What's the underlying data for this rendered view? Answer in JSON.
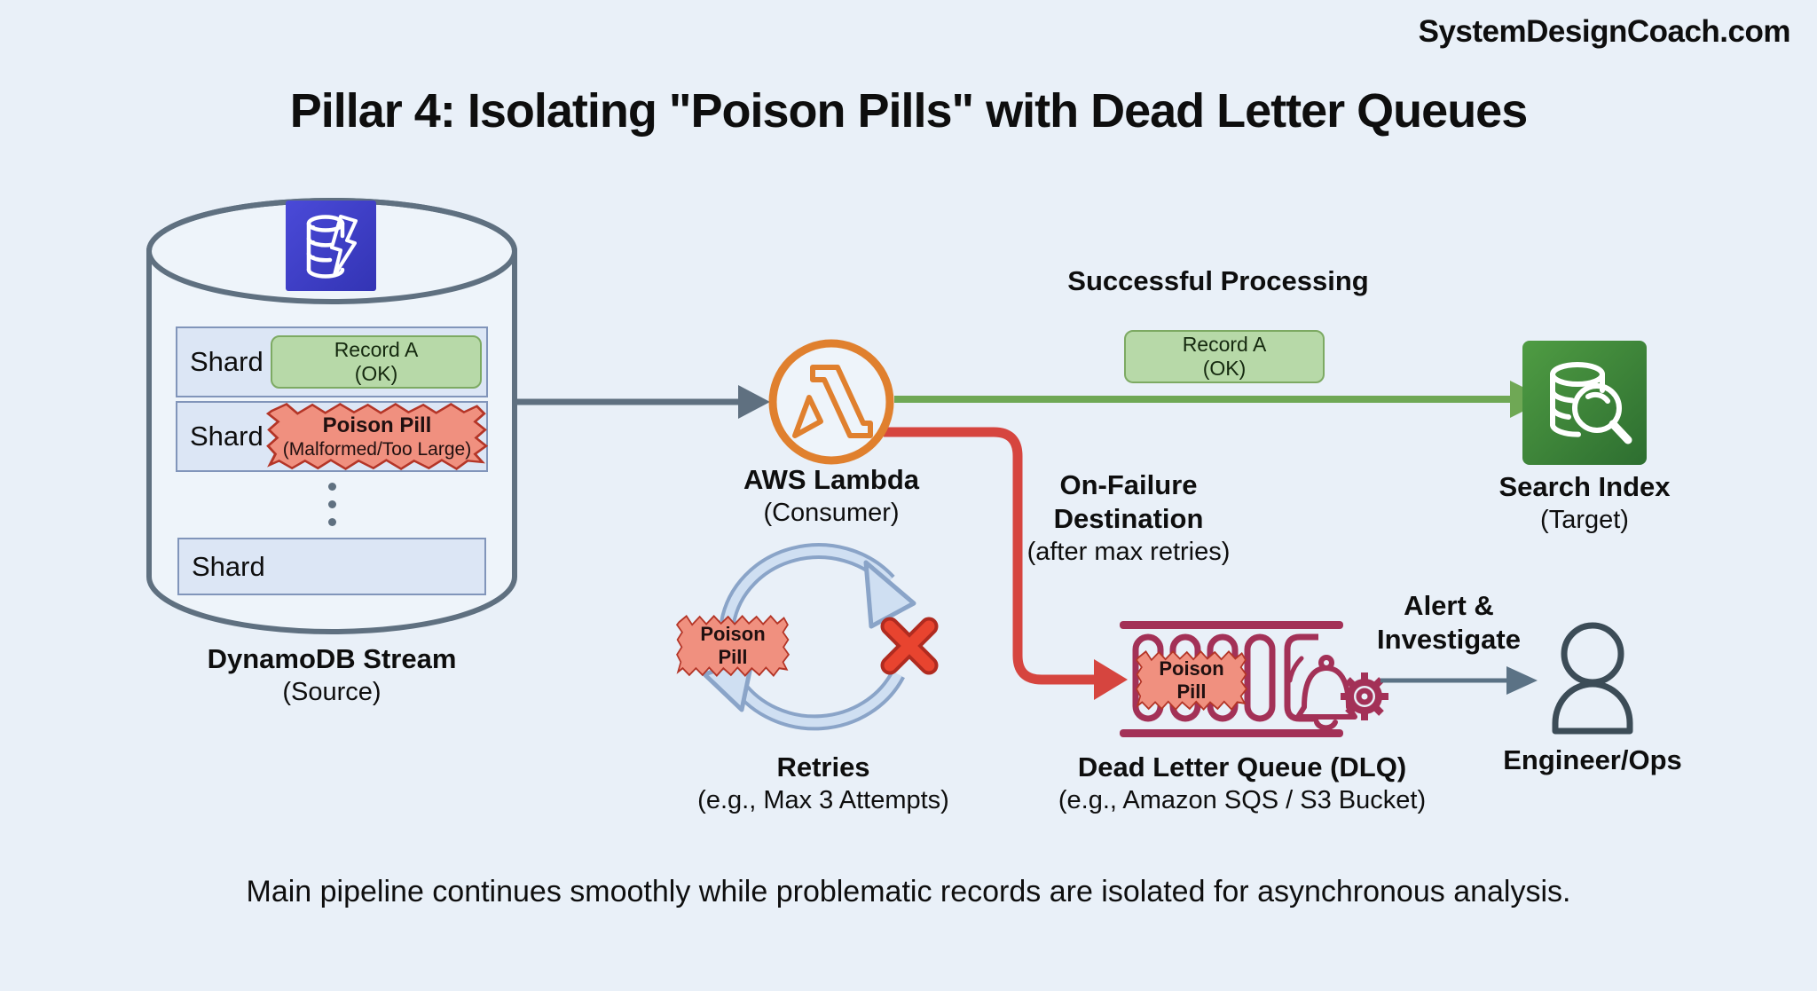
{
  "watermark": "SystemDesignCoach.com",
  "title": "Pillar 4: Isolating \"Poison Pills\" with Dead Letter Queues",
  "caption": "Main pipeline continues smoothly while problematic records are isolated for asynchronous analysis.",
  "colors": {
    "background": "#e9f0f8",
    "slate_arrow": "#5f7080",
    "green_flow": "#6fa855",
    "green_box_fill": "#b7d9a8",
    "red_flow": "#d6453f",
    "poison_fill": "#f0907f",
    "poison_border": "#b43527",
    "lambda_orange": "#e0802e",
    "dlq_maroon": "#a33157",
    "dynamodb_blue": "#4043cd",
    "search_green": "#3f8838",
    "retry_arrow_fill": "#cfdff2",
    "retry_arrow_stroke": "#8aa4c8",
    "shard_fill": "#dce6f5"
  },
  "source": {
    "title": "DynamoDB Stream",
    "subtitle": "(Source)",
    "shards": [
      {
        "label": "Shard",
        "record_line1": "Record A",
        "record_line2": "(OK)"
      },
      {
        "label": "Shard",
        "poison_line1": "Poison Pill",
        "poison_line2": "(Malformed/Too Large)"
      },
      {
        "label": "Shard"
      }
    ]
  },
  "consumer": {
    "title": "AWS Lambda",
    "subtitle": "(Consumer)"
  },
  "success": {
    "label": "Successful Processing",
    "record_line1": "Record A",
    "record_line2": "(OK)"
  },
  "target": {
    "title": "Search Index",
    "subtitle": "(Target)"
  },
  "failure": {
    "line1": "On-Failure",
    "line2": "Destination",
    "line3": "(after max retries)"
  },
  "retries": {
    "title": "Retries",
    "subtitle": "(e.g., Max 3 Attempts)",
    "pill_line1": "Poison",
    "pill_line2": "Pill"
  },
  "dlq": {
    "title": "Dead Letter Queue (DLQ)",
    "subtitle": "(e.g., Amazon SQS / S3 Bucket)",
    "pill_line1": "Poison",
    "pill_line2": "Pill"
  },
  "alert": {
    "line1": "Alert &",
    "line2": "Investigate"
  },
  "engineer": {
    "title": "Engineer/Ops"
  }
}
